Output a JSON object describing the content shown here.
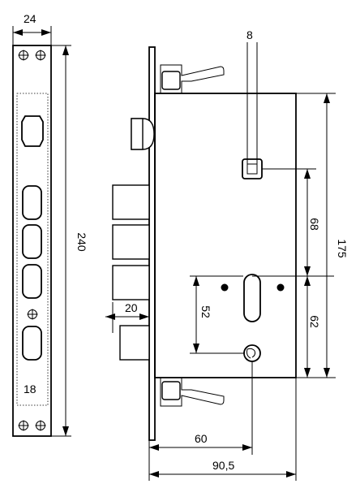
{
  "diagram": {
    "dimensions": {
      "faceplate_width": "24",
      "faceplate_length": "240",
      "faceplate_bottom": "18",
      "handle_hole_width": "8",
      "spindle_to_cylinder": "68",
      "case_height": "175",
      "cylinder_to_keyhole": "52",
      "cylinder_to_bottom": "62",
      "bolt_throw": "20",
      "backset": "60",
      "case_depth": "90,5"
    }
  }
}
